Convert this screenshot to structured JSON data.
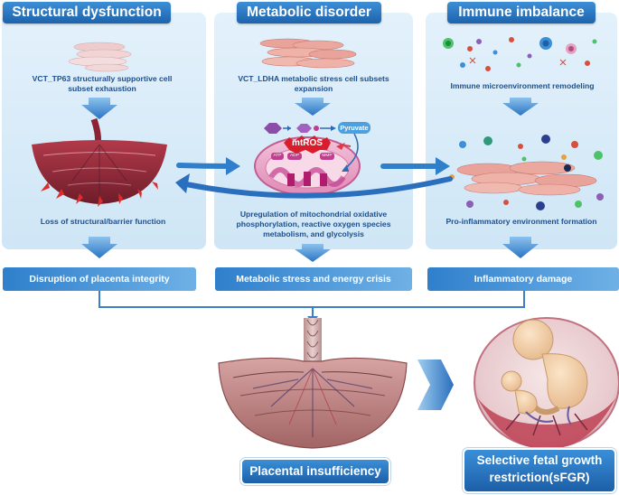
{
  "panels": [
    {
      "title": "Structural dysfunction",
      "top_caption": "VCT_TP63 structurally supportive cell subset exhaustion",
      "bottom_caption": "Loss of structural/barrier function",
      "result": "Disruption of placenta integrity"
    },
    {
      "title": "Metabolic disorder",
      "top_caption": "VCT_LDHA metabolic stress cell subsets expansion",
      "bottom_caption": "Upregulation of mitochondrial oxidative phosphorylation, reactive oxygen species metabolism, and glycolysis",
      "result": "Metabolic stress and energy crisis"
    },
    {
      "title": "Immune imbalance",
      "top_caption": "Immune microenvironment remodeling",
      "bottom_caption": "Pro-inflammatory environment formation",
      "result": "Inflammatory damage"
    }
  ],
  "mito": {
    "ros": "mtROS",
    "pyruvate": "Pyruvate",
    "atp": "ATP",
    "adp": "ADP",
    "mmp": "MMP"
  },
  "outcome": {
    "placental": "Placental insufficiency",
    "sfgr_line1": "Selective fetal growth",
    "sfgr_line2": "restriction(sFGR)"
  },
  "colors": {
    "panel_bg": "#d6eaf8",
    "title_blue": "#1d63ad",
    "caption_text": "#1d4f8e",
    "arrow_blue": "#2f7fcc",
    "ros_red": "#d81e2c",
    "tissue_pink": "#c98a8f"
  }
}
